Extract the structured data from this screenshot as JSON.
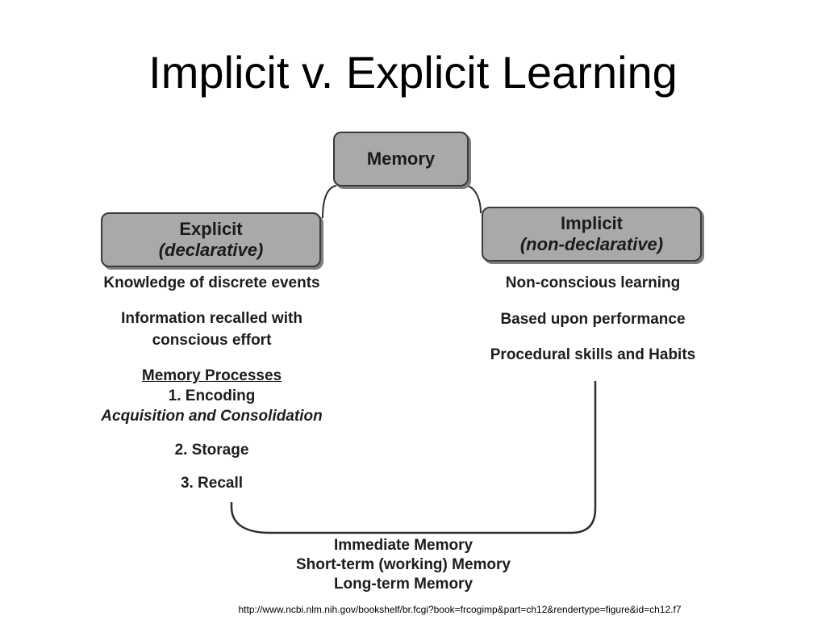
{
  "title": "Implicit v. Explicit Learning",
  "diagram": {
    "root": {
      "label": "Memory"
    },
    "explicit": {
      "label": "Explicit",
      "sublabel": "(declarative)",
      "items": [
        "Knowledge of discrete events",
        "Information recalled with",
        "conscious effort"
      ],
      "processes": {
        "heading": "Memory Processes",
        "steps": [
          "1. Encoding",
          "Acquisition and Consolidation",
          "2. Storage",
          "3. Recall"
        ]
      }
    },
    "implicit": {
      "label": "Implicit",
      "sublabel": "(non-declarative)",
      "items": [
        "Non-conscious learning",
        "Based upon performance",
        "Procedural skills and Habits"
      ]
    },
    "memory_types": [
      "Immediate Memory",
      "Short-term (working) Memory",
      "Long-term Memory"
    ]
  },
  "source": "http://www.ncbi.nlm.nih.gov/bookshelf/br.fcgi?book=frcogimp&part=ch12&rendertype=figure&id=ch12.f7",
  "colors": {
    "box_fill": "#a9a9a9",
    "box_border": "#3a3a3a",
    "text": "#1c1c1c"
  }
}
